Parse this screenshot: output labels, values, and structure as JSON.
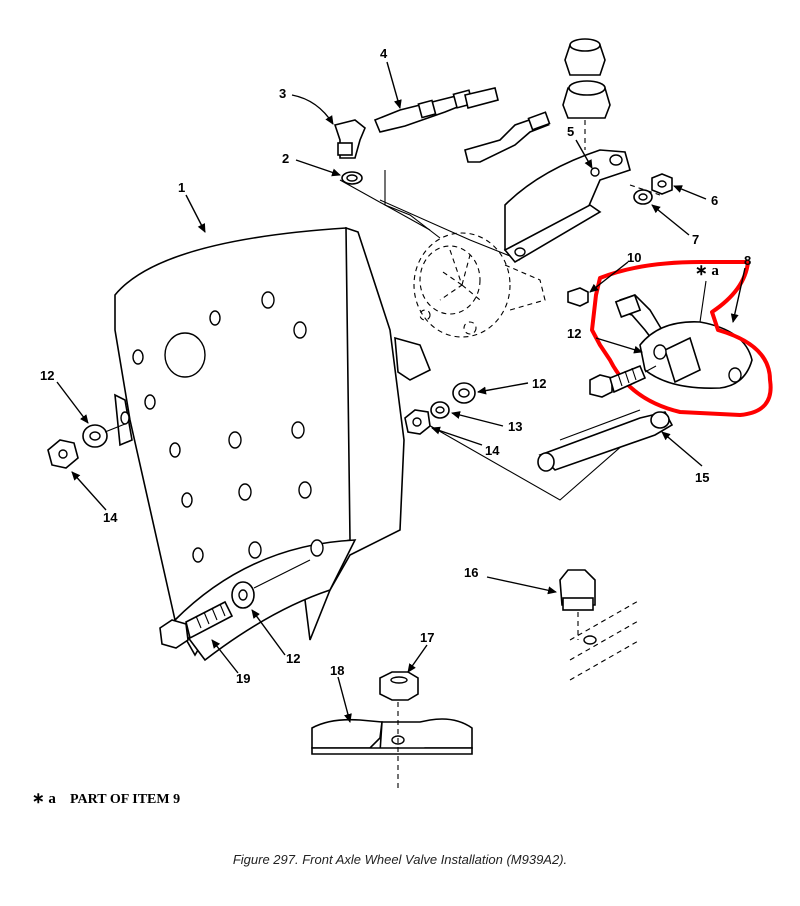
{
  "figure": {
    "caption": "Figure 297.  Front Axle Wheel Valve Installation (M939A2).",
    "note_symbol": "∗ a",
    "note_text": "PART OF ITEM 9",
    "highlight_label": "∗ a",
    "highlight_color": "#ff0000",
    "callouts": [
      "1",
      "2",
      "3",
      "4",
      "5",
      "6",
      "7",
      "8",
      "10",
      "12",
      "12",
      "12",
      "12",
      "13",
      "14",
      "14",
      "15",
      "16",
      "17",
      "18",
      "19"
    ]
  }
}
